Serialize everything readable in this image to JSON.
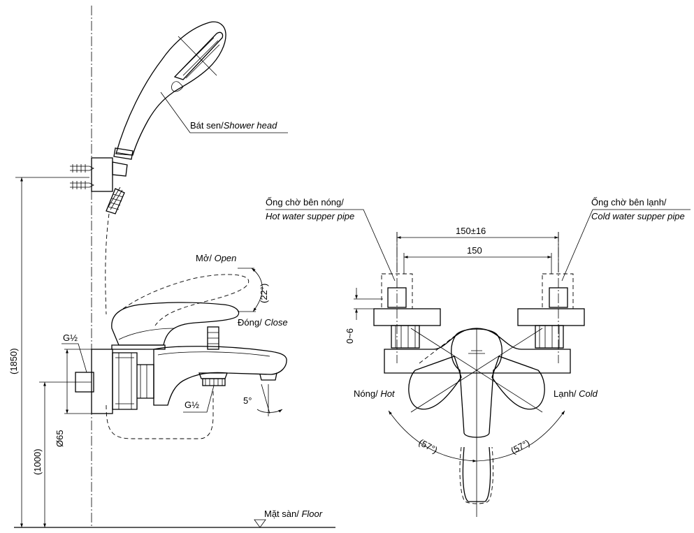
{
  "labels": {
    "shower_head_vi": "Bát sen/",
    "shower_head_en": "Shower head",
    "hot_pipe_vi": "Ống chờ bên nóng/",
    "hot_pipe_en": "Hot water supper pipe",
    "cold_pipe_vi": "Ống chờ bên lạnh/",
    "cold_pipe_en": "Cold water supper pipe",
    "open_vi": "Mở/ ",
    "open_en": "Open",
    "close_vi": "Đóng/ ",
    "close_en": "Close",
    "hot_vi": "Nóng/ ",
    "hot_en": "Hot",
    "cold_vi": "Lạnh/ ",
    "cold_en": "Cold",
    "floor_vi": "Mặt sàn/ ",
    "floor_en": "Floor"
  },
  "dimensions": {
    "height_total": "(1850)",
    "height_outlet": "(1000)",
    "diameter": "Ø65",
    "thread_top": "G½",
    "thread_bottom": "G½",
    "handle_angle": "(22°)",
    "spout_angle": "5°",
    "pipe_span_tol": "150±16",
    "pipe_span": "150",
    "offset": "0~6",
    "rotate_left": "(57°)",
    "rotate_right": "(57°)"
  }
}
